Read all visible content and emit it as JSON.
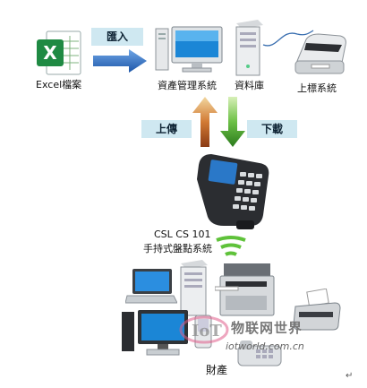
{
  "top": {
    "excel_label": "Excel檔案",
    "import_label": "匯入",
    "asset_system_label": "資產管理系統",
    "database_label": "資料庫",
    "label_system_label": "上標系統"
  },
  "middle": {
    "upload_label": "上傳",
    "download_label": "下載",
    "device_model": "CSL CS 101",
    "device_label": "手持式盤點系統"
  },
  "bottom": {
    "assets_label": "財產"
  },
  "watermark": {
    "cn": "物联网世界",
    "url": "iotworld.com.cn"
  },
  "footer": {
    "return_mark": "↵"
  },
  "colors": {
    "chip_bg": "#cfe8f1",
    "import_arrow": "#2a6fc4",
    "upload_arrow": "#c8642c",
    "download_arrow": "#3d9a2a",
    "wireless": "#5fc23a"
  }
}
